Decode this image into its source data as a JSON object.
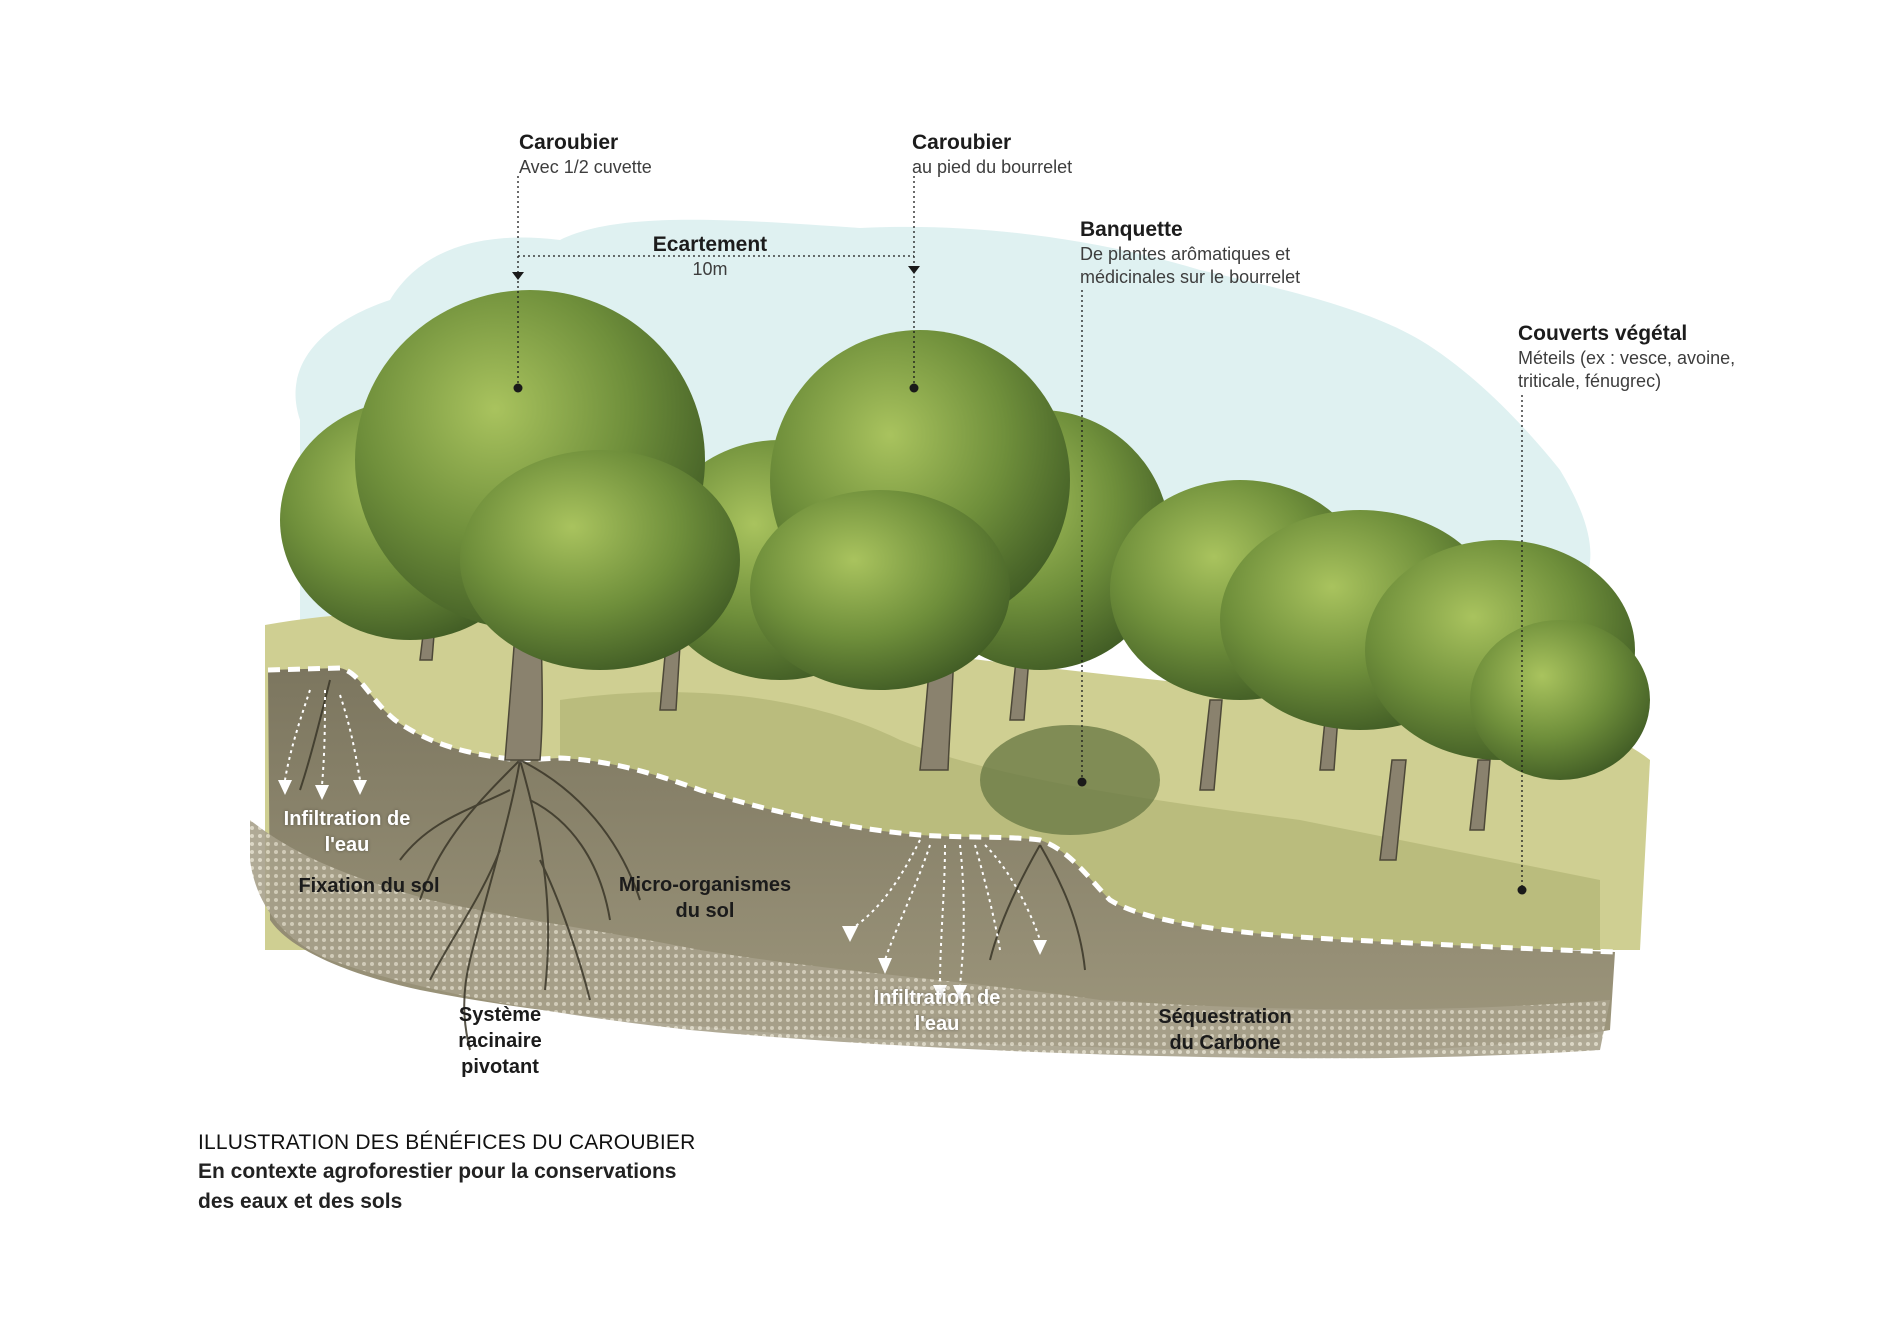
{
  "annotations": {
    "tree1": {
      "title": "Caroubier",
      "subtitle": "Avec 1/2 cuvette"
    },
    "tree2": {
      "title": "Caroubier",
      "subtitle": "au pied du bourrelet"
    },
    "spacing": {
      "title": "Ecartement",
      "value": "10m"
    },
    "banquette": {
      "title": "Banquette",
      "line1": "De plantes arômatiques et",
      "line2": "médicinales sur le bourrelet"
    },
    "cover": {
      "title": "Couverts végétal",
      "line1": "Méteils (ex : vesce, avoine,",
      "line2": "triticale, fénugrec)"
    }
  },
  "soil_labels": {
    "infiltration_left": {
      "line1": "Infiltration de",
      "line2": "l'eau"
    },
    "fixation": {
      "line1": "Fixation du sol"
    },
    "root_system": {
      "line1": "Système",
      "line2": "racinaire",
      "line3": "pivotant"
    },
    "micro": {
      "line1": "Micro-organismes",
      "line2": "du sol"
    },
    "infiltration_center": {
      "line1": "Infiltration de",
      "line2": "l'eau"
    },
    "carbon": {
      "line1": "Séquestration",
      "line2": "du Carbone"
    }
  },
  "caption": {
    "title": "ILLUSTRATION DES BÉNÉFICES DU CAROUBIER",
    "line1": "En contexte agroforestier pour la conservations",
    "line2": "des eaux et des sols"
  },
  "colors": {
    "sky": "#dff1f1",
    "soil": "#9a9379",
    "soil_dark": "#6f6a58",
    "grass": "#c9c98a",
    "foliage": "#5b7a32",
    "foliage_light": "#9bb356",
    "trunk": "#8a826e"
  }
}
